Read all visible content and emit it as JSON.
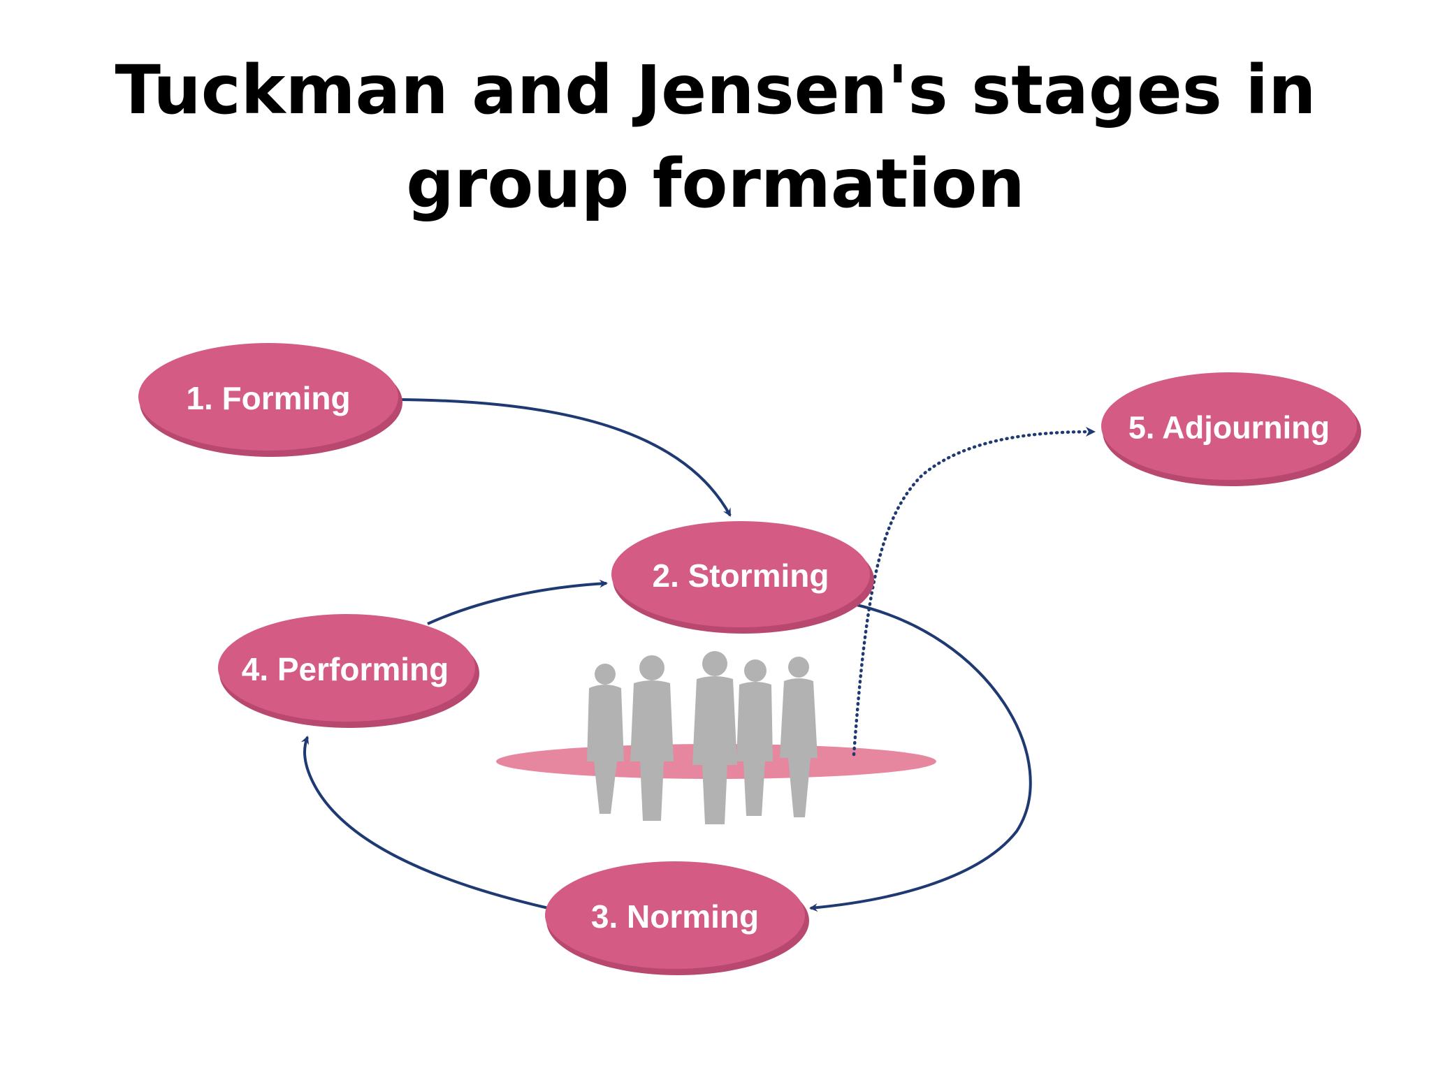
{
  "title": "Tuckman and Jensen's stages in group formation",
  "colors": {
    "stage_fill": "#d45b83",
    "stage_shadow": "#b94871",
    "stage_text": "#ffffff",
    "arrow": "#1f3a73",
    "platform": "#e6869f",
    "people": "#b2b2b2"
  },
  "stages": [
    {
      "id": "forming",
      "label": "1. Forming"
    },
    {
      "id": "storming",
      "label": "2. Storming"
    },
    {
      "id": "norming",
      "label": "3. Norming"
    },
    {
      "id": "performing",
      "label": "4. Performing"
    },
    {
      "id": "adjourning",
      "label": "5. Adjourning"
    }
  ],
  "connections": [
    {
      "from": "forming",
      "to": "storming",
      "style": "solid"
    },
    {
      "from": "storming",
      "to": "norming",
      "style": "solid"
    },
    {
      "from": "norming",
      "to": "performing",
      "style": "solid"
    },
    {
      "from": "performing",
      "to": "storming",
      "style": "solid"
    },
    {
      "from": "group",
      "to": "adjourning",
      "style": "dotted"
    }
  ],
  "illustration": "people-group-icon"
}
